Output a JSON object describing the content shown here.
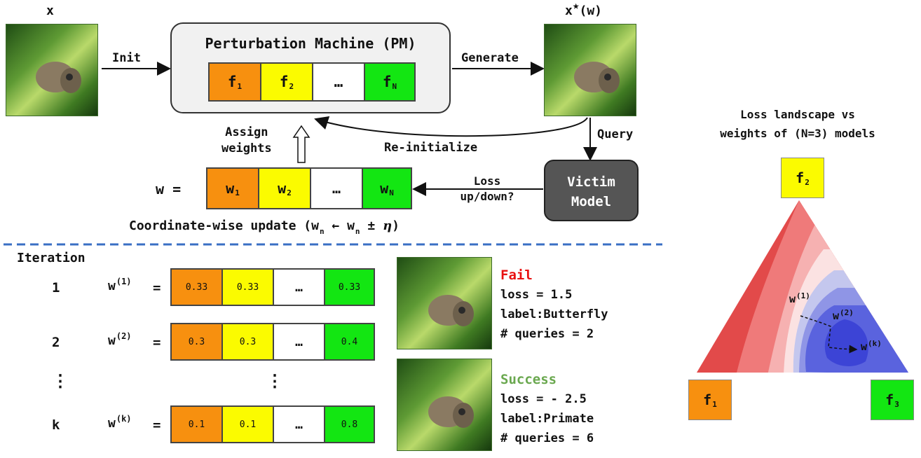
{
  "top": {
    "x_label": "x",
    "xstar_label": "x",
    "xstar_arg": "(w)",
    "pm_title": "Perturbation Machine (PM)",
    "pm_cells": [
      {
        "base": "f",
        "sub": "1"
      },
      {
        "base": "f",
        "sub": "2"
      },
      {
        "base": "…",
        "sub": ""
      },
      {
        "base": "f",
        "sub": "N"
      }
    ],
    "init": "Init",
    "generate": "Generate",
    "query": "Query",
    "reinit": "Re-initialize",
    "assign_1": "Assign",
    "assign_2": "weights",
    "victim_1": "Victim",
    "victim_2": "Model",
    "loss_1": "Loss",
    "loss_2": "up/down?",
    "w_eq": "w =",
    "w_cells": [
      {
        "base": "w",
        "sub": "1"
      },
      {
        "base": "w",
        "sub": "2"
      },
      {
        "base": "…",
        "sub": ""
      },
      {
        "base": "w",
        "sub": "N"
      }
    ],
    "coord_update": "Coordinate-wise update (w",
    "coord_sub1": "n",
    "coord_arrow": " ← w",
    "coord_sub2": "n",
    "coord_pm": " ± ",
    "coord_eta": "η",
    "coord_close": ")"
  },
  "iterations": {
    "heading": "Iteration",
    "rows": [
      {
        "num": "1",
        "w": "w",
        "sup": "(1)",
        "eq": "=",
        "values": [
          "0.33",
          "0.33",
          "…",
          "0.33"
        ]
      },
      {
        "num": "2",
        "w": "w",
        "sup": "(2)",
        "eq": "=",
        "values": [
          "0.3",
          "0.3",
          "…",
          "0.4"
        ]
      },
      {
        "num": "k",
        "w": "w",
        "sup": "(k)",
        "eq": "=",
        "values": [
          "0.1",
          "0.1",
          "…",
          "0.8"
        ]
      }
    ],
    "vdots_left": "⋮",
    "vdots_mid": "⋮"
  },
  "results": [
    {
      "status": "Fail",
      "status_color": "#e81010",
      "loss": "loss = 1.5",
      "label": "label:Butterfly",
      "queries": "# queries = 2"
    },
    {
      "status": "Success",
      "status_color": "#6aa84f",
      "loss": "loss = - 2.5",
      "label": "label:Primate",
      "queries": "# queries = 6"
    }
  ],
  "landscape": {
    "title_1": "Loss landscape vs",
    "title_2": "weights of (N=3) models",
    "f1": {
      "base": "f",
      "sub": "1"
    },
    "f2": {
      "base": "f",
      "sub": "2"
    },
    "f3": {
      "base": "f",
      "sub": "3"
    },
    "w1": {
      "base": "w",
      "sup": "(1)"
    },
    "w2": {
      "base": "w",
      "sup": "(2)"
    },
    "wk": {
      "base": "w",
      "sup": "(k)"
    }
  },
  "colors": {
    "orange": "#f7900f",
    "yellow": "#fbfb00",
    "green": "#13e612",
    "divider": "#3a6fc4",
    "victim": "#555555"
  }
}
